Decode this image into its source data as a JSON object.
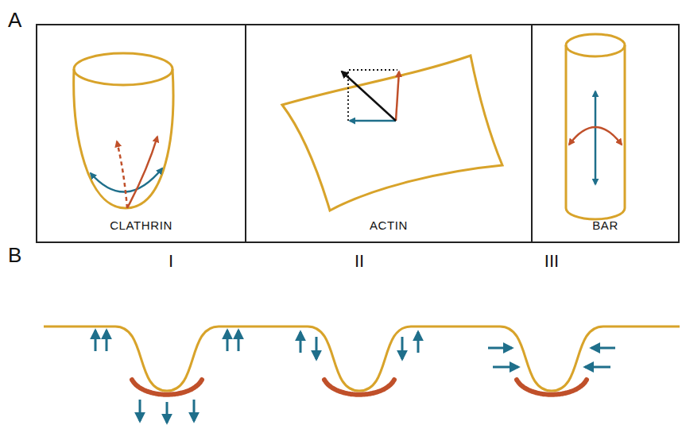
{
  "diagram": {
    "nodes": [
      {
        "text": [
          "CLATHRIN"
        ]
      },
      {
        "text": [
          "ACTIN"
        ]
      },
      {
        "text": [
          "BAR"
        ]
      }
    ],
    "labels": [
      "A",
      "B",
      "I",
      "II",
      "III"
    ]
  }
}
